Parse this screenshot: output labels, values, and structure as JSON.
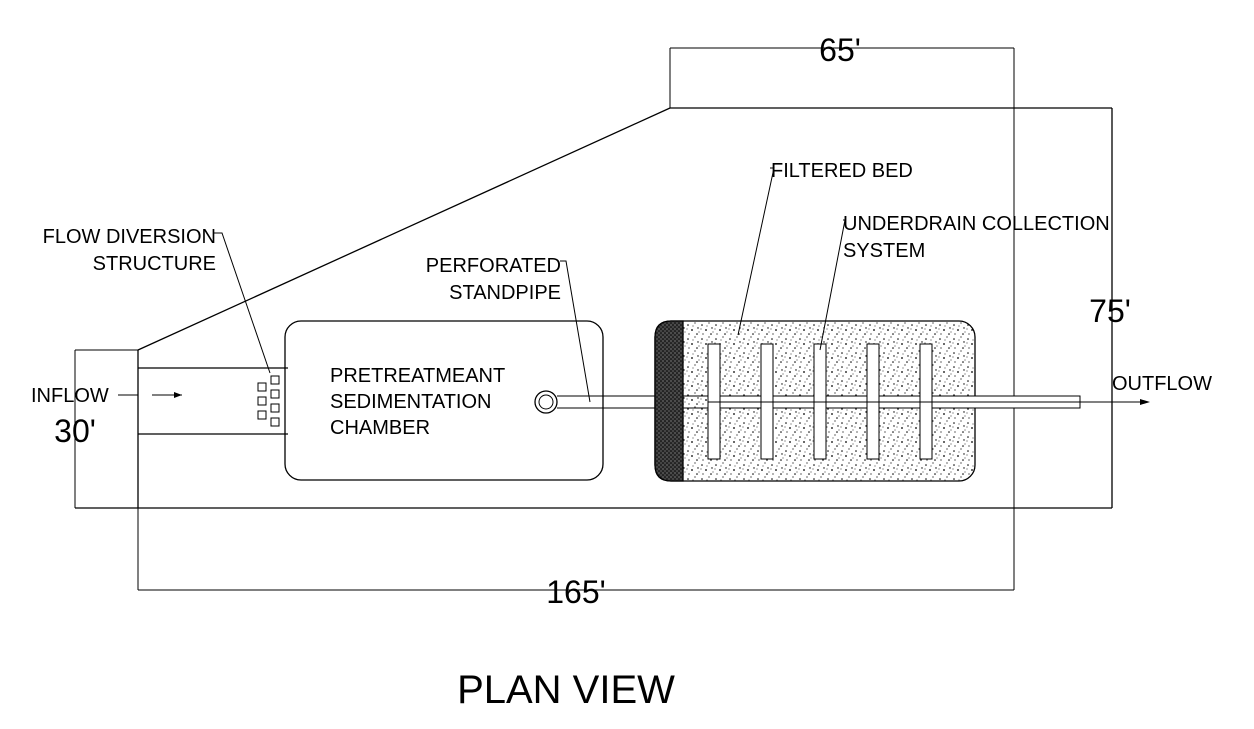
{
  "title": "PLAN VIEW",
  "labels": {
    "flow_diversion_line1": "FLOW DIVERSION",
    "flow_diversion_line2": "STRUCTURE",
    "perforated_line1": "PERFORATED",
    "perforated_line2": "STANDPIPE",
    "pretreatment_line1": "PRETREATMEANT",
    "pretreatment_line2": "SEDIMENTATION",
    "pretreatment_line3": "CHAMBER",
    "filtered_bed": "FILTERED BED",
    "underdrain_line1": "UNDERDRAIN COLLECTION",
    "underdrain_line2": "SYSTEM",
    "inflow": "INFLOW",
    "outflow": "OUTFLOW"
  },
  "dimensions": {
    "top_width": "65'",
    "overall_length": "165'",
    "right_height": "75'",
    "left_height": "30'"
  },
  "colors": {
    "line": "#000000",
    "background": "#ffffff",
    "media_dots": "#000000"
  }
}
